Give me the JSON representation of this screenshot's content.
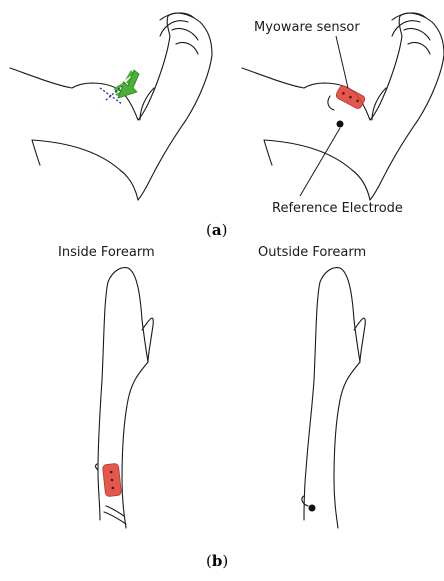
{
  "panel_a": {
    "sensor_label": "Myoware sensor",
    "reference_label": "Reference Electrode",
    "caption_letter": "a",
    "arrow_color": "#4caf3a",
    "sensor_color": "#e0453c",
    "marker_color": "#2b3a8f"
  },
  "panel_b": {
    "inside_label": "Inside Forearm",
    "outside_label": "Outside Forearm",
    "caption_letter": "b"
  }
}
